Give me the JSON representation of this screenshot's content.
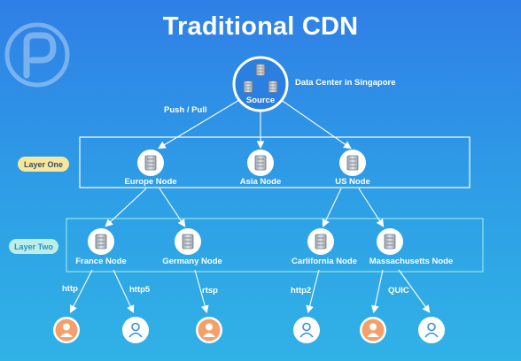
{
  "title": "Traditional CDN",
  "source": {
    "label": "Source",
    "caption": "Data Center in Singapore"
  },
  "push_pull": "Push / Pull",
  "layers": {
    "one": "Layer One",
    "two": "Layer Two"
  },
  "layer_one_nodes": [
    "Europe Node",
    "Asia Node",
    "US Node"
  ],
  "layer_two_nodes": [
    "France Node",
    "Germany Node",
    "Carlifornia Node",
    "Massachusetts Node"
  ],
  "protocols": [
    "http",
    "http5",
    "rtsp",
    "http2",
    "QUIC"
  ],
  "colors": {
    "layer_one_pill": "#f6e79b",
    "layer_two_pill": "#bdeee6",
    "user_orange": "#f3a06b",
    "user_white": "#ffffff"
  }
}
